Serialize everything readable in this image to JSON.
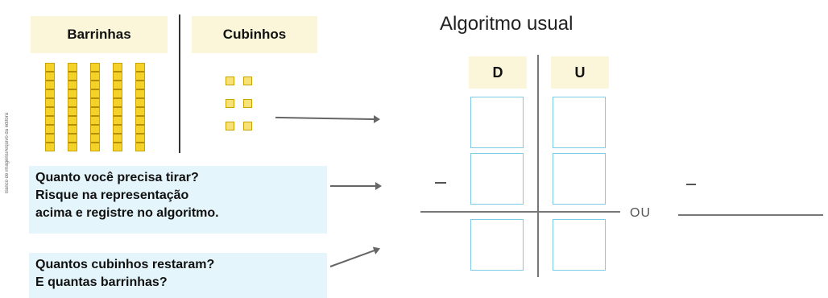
{
  "left_panel": {
    "headers": [
      "Barrinhas",
      "Cubinhos"
    ],
    "rod_count": 5,
    "cube_count": 6,
    "credit": "Banco de imagens/Arquivo da editora"
  },
  "questions": [
    {
      "lines": [
        "Quanto você precisa tirar?",
        "Risque na representação",
        "acima e registre no algoritmo."
      ]
    },
    {
      "lines": [
        "Quantos cubinhos restaram?",
        "E quantas barrinhas?"
      ]
    }
  ],
  "algorithm": {
    "title": "Algoritmo usual",
    "columns": [
      "D",
      "U"
    ],
    "minus_sign": "–",
    "or_text": "OU"
  }
}
